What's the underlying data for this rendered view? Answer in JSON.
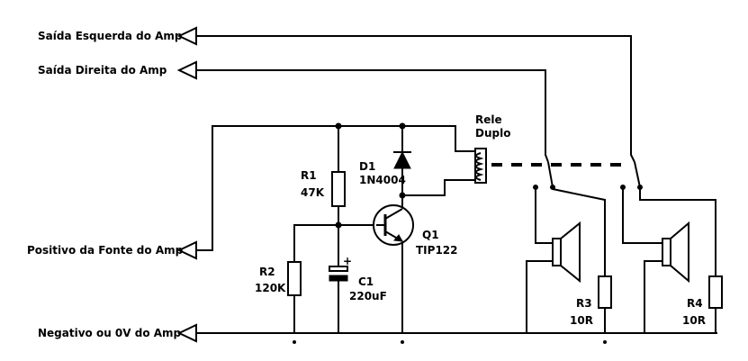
{
  "terminals": {
    "left_out": "Saída Esquerda do Amp",
    "right_out": "Saída Direita do Amp",
    "positive": "Positivo da Fonte do Amp",
    "negative": "Negativo ou  0V do Amp"
  },
  "relay": {
    "line1": "Rele",
    "line2": "Duplo"
  },
  "d1": {
    "name": "D1",
    "value": "1N4004"
  },
  "r1": {
    "name": "R1",
    "value": "47K"
  },
  "q1": {
    "name": "Q1",
    "value": "TIP122"
  },
  "r2": {
    "name": "R2",
    "value": "120K"
  },
  "c1": {
    "name": "C1",
    "value": "220uF",
    "polarity": "+"
  },
  "r3": {
    "name": "R3",
    "value": "10R"
  },
  "r4": {
    "name": "R4",
    "value": "10R"
  },
  "colors": {
    "ink": "#000000",
    "background": "#ffffff"
  }
}
